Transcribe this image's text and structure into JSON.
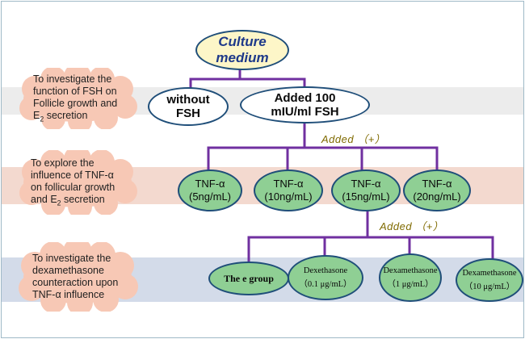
{
  "title": {
    "line1": "Culture",
    "line2": "medium"
  },
  "rows": [
    {
      "goal_line1": "To investigate the",
      "goal_line2": "function of FSH on",
      "goal_line3": "Follicle growth and",
      "goal_line4_main": "E",
      "goal_line4_sub": "2",
      "goal_line4_rest": " secretion"
    },
    {
      "goal_line1": "To explore the",
      "goal_line2": "influence of TNF-α",
      "goal_line3": "on follicular growth",
      "goal_line4_main": "and E",
      "goal_line4_sub": "2",
      "goal_line4_rest": " secretion"
    },
    {
      "goal_line1": "To investigate the",
      "goal_line2": "dexamethasone",
      "goal_line3": "counteraction upon",
      "goal_line4_main": "TNF-α influence",
      "goal_line4_sub": "",
      "goal_line4_rest": ""
    }
  ],
  "level1": [
    {
      "line1": "without",
      "line2": "FSH"
    },
    {
      "line1": "Added 100",
      "line2": "mIU/ml FSH"
    }
  ],
  "level2": [
    {
      "line1": "TNF-α",
      "line2": "(5ng/mL)"
    },
    {
      "line1": "TNF-α",
      "line2": "(10ng/mL)"
    },
    {
      "line1": "TNF-α",
      "line2": "(15ng/mL)"
    },
    {
      "line1": "TNF-α",
      "line2": "(20ng/mL)"
    }
  ],
  "level3": [
    {
      "line1": "The e group",
      "line2": ""
    },
    {
      "line1": "Dexethasone",
      "line2": "（0.1 μg/mL）"
    },
    {
      "line1": "Dexamethasone",
      "line2": "（1 μg/mL）"
    },
    {
      "line1": "Dexamethasone",
      "line2": "（10 μg/mL）"
    }
  ],
  "connectors": {
    "added_1": "Added （+）",
    "added_2": "Added （+）"
  },
  "colors": {
    "connector": "#7030a0",
    "node_border": "#1f4e79",
    "node_fill_green": "#8fcf94",
    "cloud_fill": "#f7c8b5",
    "band_1": "#ececec",
    "band_2": "#f3d9cf",
    "band_3": "#d3dbe9",
    "title_fill": "#fdf6c8",
    "title_text": "#1f3a8a",
    "added_text": "#7f6a00"
  }
}
